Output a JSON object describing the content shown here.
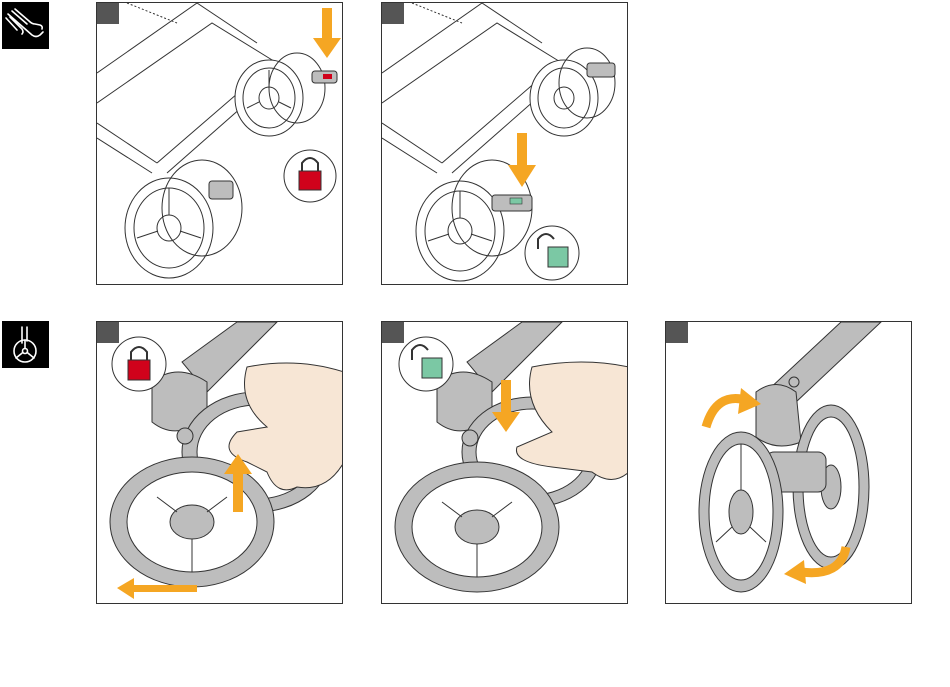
{
  "icons": {
    "row1": "hand-press-icon",
    "row2": "swivel-wheel-icon"
  },
  "colors": {
    "arrow": "#F5A623",
    "lock_locked": "#D0021B",
    "lock_unlocked": "#7BC8A4",
    "hand": "#F7E6D5",
    "frame": "#BDBDBD",
    "step_box": "#555555",
    "icon_bg": "#000000"
  },
  "panels": [
    {
      "name": "brake-panel-locked",
      "lock": "locked",
      "arrow": "down"
    },
    {
      "name": "brake-panel-unlocked",
      "lock": "unlocked",
      "arrow": "down"
    },
    {
      "name": "swivel-panel-lock",
      "lock": "locked",
      "arrow": "up"
    },
    {
      "name": "swivel-panel-unlock",
      "lock": "unlocked",
      "arrow": "down"
    },
    {
      "name": "swivel-panel-rotate",
      "lock": "none",
      "arrow": "rotate"
    }
  ]
}
